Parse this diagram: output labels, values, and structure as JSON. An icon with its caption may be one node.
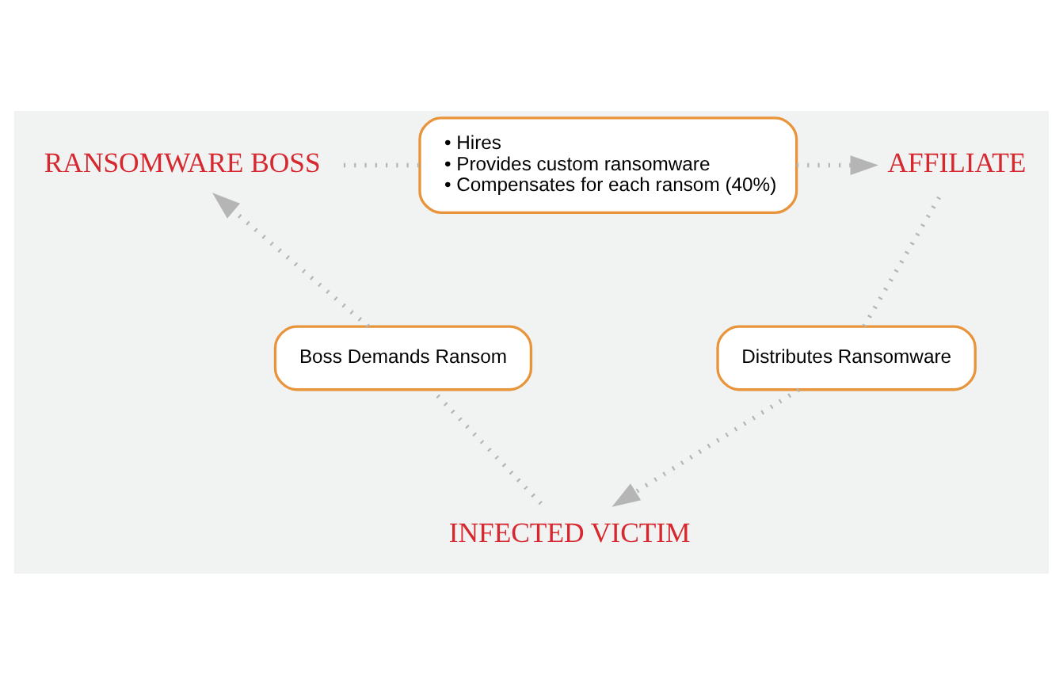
{
  "diagram": {
    "nodes": [
      {
        "text": [
          "RANSOMWARE BOSS"
        ]
      },
      {
        "text": [
          "AFFILIATE"
        ]
      },
      {
        "text": [
          "INFECTED VICTIM"
        ]
      },
      {
        "text": [
          "• Hires",
          "• Provides custom ransomware",
          "• Compensates for each ransom (40%)"
        ]
      },
      {
        "text": [
          "Boss Demands Ransom"
        ]
      },
      {
        "text": [
          "Distributes Ransomware"
        ]
      }
    ],
    "edges": [
      {
        "from": 0,
        "to": 3,
        "arrow": "none"
      },
      {
        "from": 3,
        "to": 1,
        "arrow": "to"
      },
      {
        "from": 1,
        "to": 5,
        "arrow": "none"
      },
      {
        "from": 5,
        "to": 2,
        "arrow": "to"
      },
      {
        "from": 2,
        "to": 4,
        "arrow": "none"
      },
      {
        "from": 4,
        "to": 0,
        "arrow": "to"
      }
    ]
  }
}
